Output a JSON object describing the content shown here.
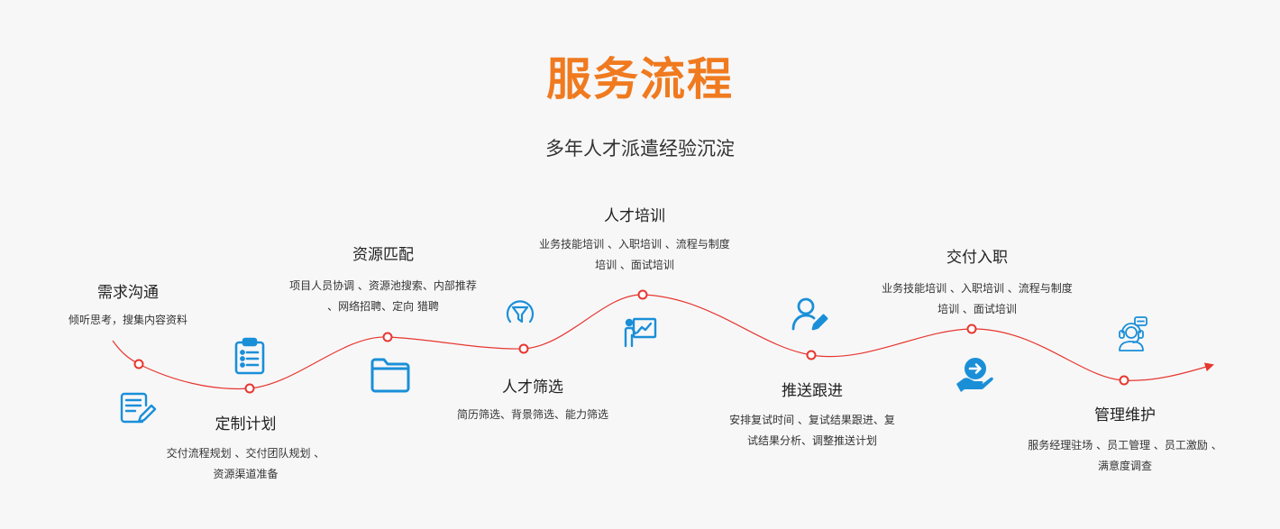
{
  "title": "服务流程",
  "subtitle": "多年人才派遣经验沉淀",
  "colors": {
    "title": "#f07a1f",
    "line": "#e8362f",
    "icon": "#1a8fd8"
  },
  "steps": [
    {
      "name": "需求沟通",
      "desc": "倾听思考，搜集内容资料",
      "icon": "edit-document-icon"
    },
    {
      "name": "定制计划",
      "desc": "交付流程规划 、交付团队规划 、资源渠道准备",
      "icon": "clipboard-checklist-icon"
    },
    {
      "name": "资源匹配",
      "desc": "项目人员协调 、资源池搜索、内部推荐 、网络招聘、定向 猎聘",
      "icon": "folder-icon"
    },
    {
      "name": "人才筛选",
      "desc": "简历筛选、背景筛选、能力筛选",
      "icon": "filter-icon"
    },
    {
      "name": "人才培训",
      "desc": "业务技能培训 、入职培训 、流程与制度培训 、面试培训",
      "icon": "presentation-board-icon"
    },
    {
      "name": "推送跟进",
      "desc": "安排复试时间 、复试结果跟进、复试结果分析、调整推送计划",
      "icon": "user-edit-icon"
    },
    {
      "name": "交付入职",
      "desc": "业务技能培训 、入职培训 、流程与制度培训 、面试培训",
      "icon": "hand-arrow-icon"
    },
    {
      "name": "管理维护",
      "desc": "服务经理驻场 、员工管理 、员工激励 、满意度调查",
      "icon": "support-agent-icon"
    }
  ]
}
